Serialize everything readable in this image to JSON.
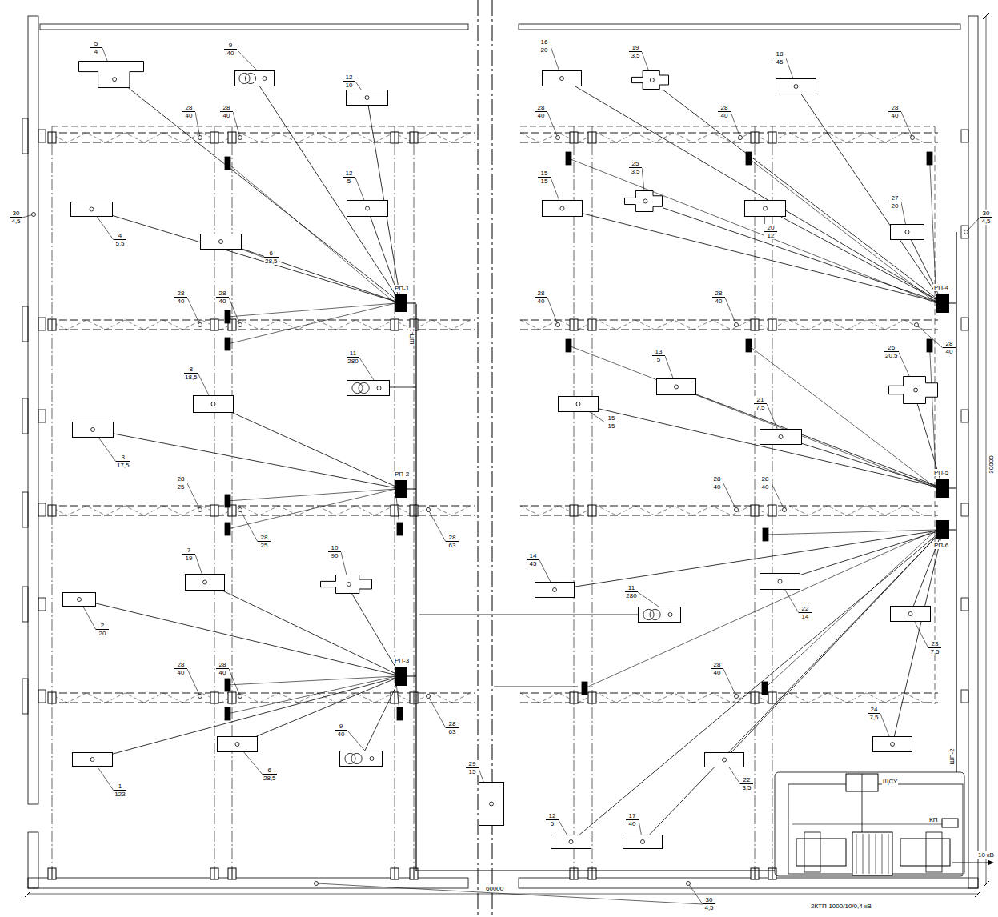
{
  "diagram": {
    "nodes": [
      {
        "text": [
          "5",
          "4"
        ]
      },
      {
        "text": [
          "9",
          "40"
        ]
      },
      {
        "text": [
          "12",
          "10"
        ]
      },
      {
        "text": [
          "12",
          "5"
        ]
      },
      {
        "text": [
          "4",
          "5,5"
        ]
      },
      {
        "text": [
          "6",
          "28,5"
        ]
      },
      {
        "text": [
          "8",
          "18,5"
        ]
      },
      {
        "text": [
          "3",
          "17,5"
        ]
      },
      {
        "text": [
          "11",
          "280"
        ]
      },
      {
        "text": [
          "7",
          "19"
        ]
      },
      {
        "text": [
          "10",
          "90"
        ]
      },
      {
        "text": [
          "2",
          "20"
        ]
      },
      {
        "text": [
          "1",
          "123"
        ]
      },
      {
        "text": [
          "6",
          "28,5"
        ]
      },
      {
        "text": [
          "9",
          "40"
        ]
      },
      {
        "text": [
          "29",
          "15"
        ]
      },
      {
        "text": [
          "12",
          "5"
        ]
      },
      {
        "text": [
          "17",
          "40"
        ]
      },
      {
        "text": [
          "16",
          "20"
        ]
      },
      {
        "text": [
          "19",
          "3,5"
        ]
      },
      {
        "text": [
          "18",
          "45"
        ]
      },
      {
        "text": [
          "15",
          "15"
        ]
      },
      {
        "text": [
          "25",
          "3,5"
        ]
      },
      {
        "text": [
          "20",
          "12"
        ]
      },
      {
        "text": [
          "27",
          "20"
        ]
      },
      {
        "text": [
          "13",
          "5"
        ]
      },
      {
        "text": [
          "15",
          "15"
        ]
      },
      {
        "text": [
          "21",
          "7,5"
        ]
      },
      {
        "text": [
          "26",
          "20,5"
        ]
      },
      {
        "text": [
          "14",
          "45"
        ]
      },
      {
        "text": [
          "11",
          "280"
        ]
      },
      {
        "text": [
          "22",
          "14"
        ]
      },
      {
        "text": [
          "23",
          "7,5"
        ]
      },
      {
        "text": [
          "24",
          "7,5"
        ]
      },
      {
        "text": [
          "22",
          "3,5"
        ]
      },
      {
        "text": [
          "РП-1"
        ]
      },
      {
        "text": [
          "РП-2"
        ]
      },
      {
        "text": [
          "РП-3"
        ]
      },
      {
        "text": [
          "РП-4"
        ]
      },
      {
        "text": [
          "РП-5"
        ]
      },
      {
        "text": [
          "РП-6"
        ]
      }
    ],
    "edges": [
      {
        "from": 35,
        "to": 0,
        "arrow": "none"
      },
      {
        "from": 35,
        "to": 1,
        "arrow": "none"
      },
      {
        "from": 35,
        "to": 2,
        "arrow": "none"
      },
      {
        "from": 35,
        "to": 3,
        "arrow": "none"
      },
      {
        "from": 35,
        "to": 4,
        "arrow": "none"
      },
      {
        "from": 35,
        "to": 5,
        "arrow": "none"
      },
      {
        "from": 36,
        "to": 6,
        "arrow": "none"
      },
      {
        "from": 36,
        "to": 7,
        "arrow": "none"
      },
      {
        "from": 37,
        "to": 9,
        "arrow": "none"
      },
      {
        "from": 37,
        "to": 10,
        "arrow": "none"
      },
      {
        "from": 37,
        "to": 11,
        "arrow": "none"
      },
      {
        "from": 37,
        "to": 12,
        "arrow": "none"
      },
      {
        "from": 37,
        "to": 13,
        "arrow": "none"
      },
      {
        "from": 37,
        "to": 14,
        "arrow": "none"
      },
      {
        "from": 38,
        "to": 18,
        "arrow": "none"
      },
      {
        "from": 38,
        "to": 19,
        "arrow": "none"
      },
      {
        "from": 38,
        "to": 20,
        "arrow": "none"
      },
      {
        "from": 38,
        "to": 21,
        "arrow": "none"
      },
      {
        "from": 38,
        "to": 22,
        "arrow": "none"
      },
      {
        "from": 38,
        "to": 23,
        "arrow": "none"
      },
      {
        "from": 38,
        "to": 24,
        "arrow": "none"
      },
      {
        "from": 39,
        "to": 25,
        "arrow": "none"
      },
      {
        "from": 39,
        "to": 26,
        "arrow": "none"
      },
      {
        "from": 39,
        "to": 27,
        "arrow": "none"
      },
      {
        "from": 39,
        "to": 28,
        "arrow": "none"
      },
      {
        "from": 40,
        "to": 29,
        "arrow": "none"
      },
      {
        "from": 40,
        "to": 31,
        "arrow": "none"
      },
      {
        "from": 40,
        "to": 32,
        "arrow": "none"
      },
      {
        "from": 40,
        "to": 33,
        "arrow": "none"
      },
      {
        "from": 40,
        "to": 34,
        "arrow": "none"
      },
      {
        "from": 40,
        "to": 17,
        "arrow": "none"
      },
      {
        "from": 40,
        "to": 16,
        "arrow": "none"
      }
    ],
    "labels": [
      "28",
      "40",
      "28",
      "40",
      "28",
      "40",
      "28",
      "40",
      "28",
      "40",
      "28",
      "40",
      "28",
      "40",
      "28",
      "40",
      "28",
      "40",
      "28",
      "40",
      "28",
      "25",
      "28",
      "25",
      "28",
      "63",
      "28",
      "40",
      "28",
      "40",
      "28",
      "40",
      "28",
      "40",
      "28",
      "63",
      "28",
      "40",
      "30",
      "4,5",
      "30",
      "4,5",
      "30",
      "4,5",
      "ШП-1",
      "ШП-2",
      "ЩСУ",
      "КП",
      "10 кВ",
      "2КТП-1000/10/0,4 кВ",
      "60000",
      "30000"
    ]
  }
}
